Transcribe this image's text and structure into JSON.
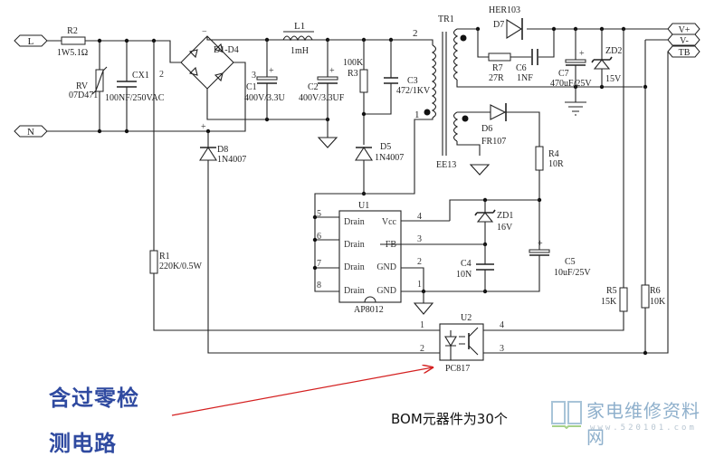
{
  "connectors": {
    "L": "L",
    "N": "N",
    "V_plus": "V+",
    "V_minus": "V-",
    "TB": "TB"
  },
  "components": {
    "R2": {
      "ref": "R2",
      "value": "1W5.1Ω"
    },
    "RV": {
      "ref": "RV",
      "value": "07D471"
    },
    "CX1": {
      "ref": "CX1",
      "value": "100NF/250VAC"
    },
    "bridge": {
      "ref": "D1-D4"
    },
    "C1": {
      "ref": "C1",
      "value": "400V/3.3U"
    },
    "L1": {
      "ref": "L1",
      "value": "1mH"
    },
    "C2": {
      "ref": "C2",
      "value": "400V/3.3UF"
    },
    "R3": {
      "ref": "R3",
      "value": "100K"
    },
    "C3": {
      "ref": "C3",
      "value": "472/1KV"
    },
    "D5": {
      "ref": "D5",
      "value": "1N4007"
    },
    "D8": {
      "ref": "D8",
      "value": "1N4007"
    },
    "TR1": {
      "ref": "TR1",
      "core": "EE13"
    },
    "D7": {
      "ref": "D7",
      "value": "HER103"
    },
    "R7": {
      "ref": "R7",
      "value": "27R"
    },
    "C6": {
      "ref": "C6",
      "value": "1NF"
    },
    "C7": {
      "ref": "C7",
      "value": "470uF/25V"
    },
    "ZD2": {
      "ref": "ZD2",
      "value": "15V"
    },
    "D6": {
      "ref": "D6",
      "value": "FR107"
    },
    "R4": {
      "ref": "R4",
      "value": "10R"
    },
    "ZD1": {
      "ref": "ZD1",
      "value": "16V"
    },
    "C4": {
      "ref": "C4",
      "value": "10N"
    },
    "C5": {
      "ref": "C5",
      "value": "10uF/25V"
    },
    "R1": {
      "ref": "R1",
      "value": "220K/0.5W"
    },
    "R5": {
      "ref": "R5",
      "value": "15K"
    },
    "R6": {
      "ref": "R6",
      "value": "10K"
    },
    "U1": {
      "ref": "U1",
      "part": "AP8012",
      "left_pins": [
        {
          "num": "5",
          "name": "Drain"
        },
        {
          "num": "6",
          "name": "Drain"
        },
        {
          "num": "7",
          "name": "Drain"
        },
        {
          "num": "8",
          "name": "Drain"
        }
      ],
      "right_pins": [
        {
          "num": "4",
          "name": "Vcc"
        },
        {
          "num": "3",
          "name": "FB"
        },
        {
          "num": "2",
          "name": "GND"
        },
        {
          "num": "1",
          "name": "GND"
        }
      ]
    },
    "U2": {
      "ref": "U2",
      "part": "PC817",
      "pins": [
        "1",
        "2",
        "3",
        "4"
      ]
    }
  },
  "node_labels": {
    "bridge_minus": "−",
    "bridge_plus": "+",
    "bridge_ac_in": "2",
    "c1_plus_pin": "3",
    "tr_pin2": "2",
    "tr_pin1": "1"
  },
  "annotations": {
    "note_line1": "含过零检",
    "note_line2": "测电路",
    "bom": "BOM元器件为30个",
    "note_color": "#2f4aa0",
    "arrow_color": "#d42020"
  },
  "watermark": {
    "title": "家电维修资料网",
    "url": "www.520101.com"
  }
}
